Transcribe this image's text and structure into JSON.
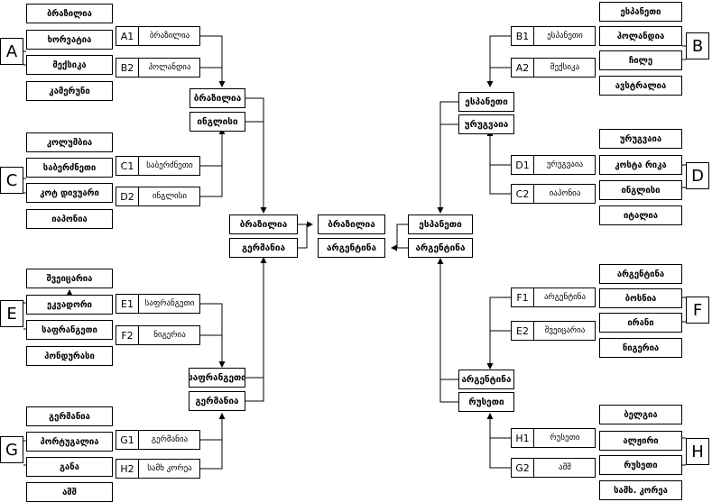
{
  "groups": {
    "A": {
      "letter": "A",
      "teams": [
        "ბრაზილია",
        "ხორვატია",
        "მექსიკა",
        "კამერუნი"
      ]
    },
    "B": {
      "letter": "B",
      "teams": [
        "ესპანეთი",
        "ჰოლანდია",
        "ჩილე",
        "ავსტრალია"
      ]
    },
    "C": {
      "letter": "C",
      "teams": [
        "კოლუმბია",
        "საბერძნეთი",
        "კოტ  დივუარი",
        "იაპონია"
      ]
    },
    "D": {
      "letter": "D",
      "teams": [
        "ურუგვაია",
        "კოსტა  რიკა",
        "ინგლისი",
        "იტალია"
      ]
    },
    "E": {
      "letter": "E",
      "teams": [
        "შვეიცარია",
        "ეკვადორი",
        "საფრანგეთი",
        "ჰონდურასი"
      ]
    },
    "F": {
      "letter": "F",
      "teams": [
        "არგენტინა",
        "ბოსნია",
        "ირანი",
        "ნიგერია"
      ]
    },
    "G": {
      "letter": "G",
      "teams": [
        "გერმანია",
        "პორტუგალია",
        "განა",
        "აშშ"
      ]
    },
    "H": {
      "letter": "H",
      "teams": [
        "ბელგია",
        "ალჟირი",
        "რუსეთი",
        "სამხ.  კორეა"
      ]
    }
  },
  "round_of_16": [
    {
      "code": "A1",
      "team": "ბრაზილია"
    },
    {
      "code": "B2",
      "team": "ჰოლანდია"
    },
    {
      "code": "C1",
      "team": "საბერძნეთი"
    },
    {
      "code": "D2",
      "team": "ინგლისი"
    },
    {
      "code": "E1",
      "team": "საფრანგეთი"
    },
    {
      "code": "F2",
      "team": "ნიგერია"
    },
    {
      "code": "G1",
      "team": "გერმანია"
    },
    {
      "code": "H2",
      "team": "სამხ  კორეა"
    },
    {
      "code": "B1",
      "team": "ესპანეთი"
    },
    {
      "code": "A2",
      "team": "მექსიკა"
    },
    {
      "code": "D1",
      "team": "ურუგვაია"
    },
    {
      "code": "C2",
      "team": "იაპონია"
    },
    {
      "code": "F1",
      "team": "არგენტინა"
    },
    {
      "code": "E2",
      "team": "შვეიცარია"
    },
    {
      "code": "H1",
      "team": "რუსეთი"
    },
    {
      "code": "G2",
      "team": "აშშ"
    }
  ],
  "quarterfinals": {
    "left_top": [
      "ბრაზილია",
      "ინგლისი"
    ],
    "left_bottom": [
      "საფრანგეთი",
      "გერმანია"
    ],
    "right_top": [
      "ესპანეთი",
      "ურუგვაია"
    ],
    "right_bottom": [
      "არგენტინა",
      "რუსეთი"
    ]
  },
  "semifinals": {
    "left": [
      "ბრაზილია",
      "გერმანია"
    ],
    "right": [
      "ესპანეთი",
      "არგენტინა"
    ]
  },
  "final": [
    "ბრაზილია",
    "არგენტინა"
  ]
}
